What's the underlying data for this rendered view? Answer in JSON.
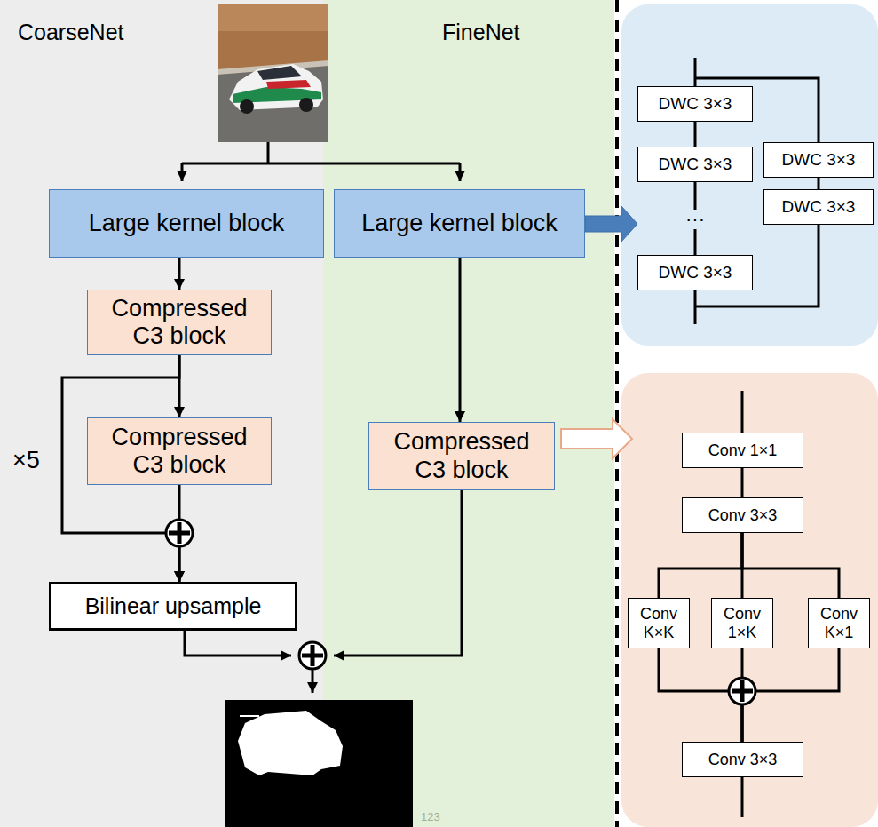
{
  "diagram": {
    "nodes": [
      {
        "text": [
          "CoarseNet"
        ]
      },
      {
        "text": [
          "FineNet"
        ]
      },
      {
        "text": [
          "Large kernel block"
        ],
        "in": 0
      },
      {
        "text": [
          "Compressed C3 block"
        ],
        "in": 0
      },
      {
        "text": [
          "Compressed C3 block"
        ],
        "in": 0
      },
      {
        "text": [
          "Bilinear upsample"
        ],
        "in": 0
      },
      {
        "text": [
          "Large kernel block"
        ],
        "in": 1
      },
      {
        "text": [
          "Compressed C3 block"
        ],
        "in": 1
      },
      {
        "text": [
          "DWC 3×3"
        ]
      },
      {
        "text": [
          "DWC 3×3"
        ]
      },
      {
        "text": [
          "DWC 3×3"
        ]
      },
      {
        "text": [
          "DWC 3×3"
        ]
      },
      {
        "text": [
          "DWC 3×3"
        ]
      },
      {
        "text": [
          "Conv 1×1"
        ]
      },
      {
        "text": [
          "Conv 3×3"
        ]
      },
      {
        "text": [
          "Conv K×K"
        ]
      },
      {
        "text": [
          "Conv 1×K"
        ]
      },
      {
        "text": [
          "Conv K×1"
        ]
      },
      {
        "text": [
          "Conv 3×3"
        ]
      }
    ],
    "edges": [
      {
        "from": 2,
        "to": 3,
        "arrow": "to"
      },
      {
        "from": 3,
        "to": 4,
        "arrow": "to"
      },
      {
        "from": 3,
        "to": 5,
        "arrow": "to"
      },
      {
        "from": 4,
        "to": 5,
        "arrow": "to"
      },
      {
        "from": 6,
        "to": 7,
        "arrow": "to"
      },
      {
        "from": 8,
        "to": 9,
        "arrow": "none"
      },
      {
        "from": 9,
        "to": 10,
        "arrow": "none"
      },
      {
        "from": 11,
        "to": 12,
        "arrow": "none"
      },
      {
        "from": 13,
        "to": 14,
        "arrow": "none"
      },
      {
        "from": 14,
        "to": 15,
        "arrow": "none"
      },
      {
        "from": 14,
        "to": 16,
        "arrow": "none"
      },
      {
        "from": 14,
        "to": 17,
        "arrow": "none"
      },
      {
        "from": 15,
        "to": 18,
        "arrow": "none"
      },
      {
        "from": 16,
        "to": 18,
        "arrow": "none"
      },
      {
        "from": 17,
        "to": 18,
        "arrow": "none"
      }
    ],
    "labels": [
      "×5",
      "···",
      "123"
    ]
  }
}
